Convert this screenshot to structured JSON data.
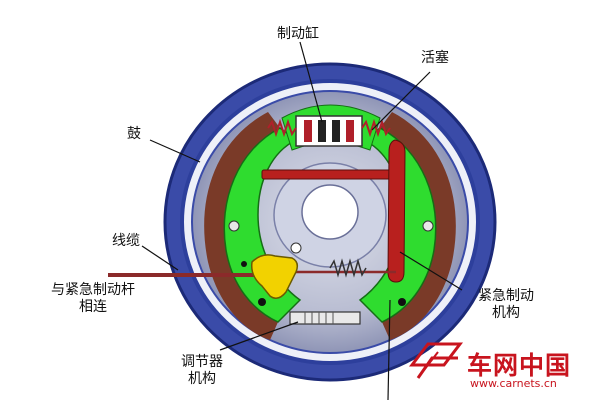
{
  "labels": {
    "cylinder": "制动缸",
    "piston": "活塞",
    "drum": "鼓",
    "cable": "线缆",
    "parking_brake_link": [
      "与紧急制动杆",
      "相连"
    ],
    "emergency_mechanism": [
      "紧急制动",
      "机构"
    ],
    "adjuster_mechanism": [
      "调节器",
      "机构"
    ]
  },
  "watermark": {
    "brand": "车网中国",
    "url": "www.carnets.cn"
  },
  "colors": {
    "drum_blue": "#2d3f9c",
    "shoe_green": "#2fdc2f",
    "lining_brown": "#8b3a2a",
    "lever_red": "#b8201e",
    "adjuster_yellow": "#f2d200",
    "brand_red": "#c8141e"
  }
}
